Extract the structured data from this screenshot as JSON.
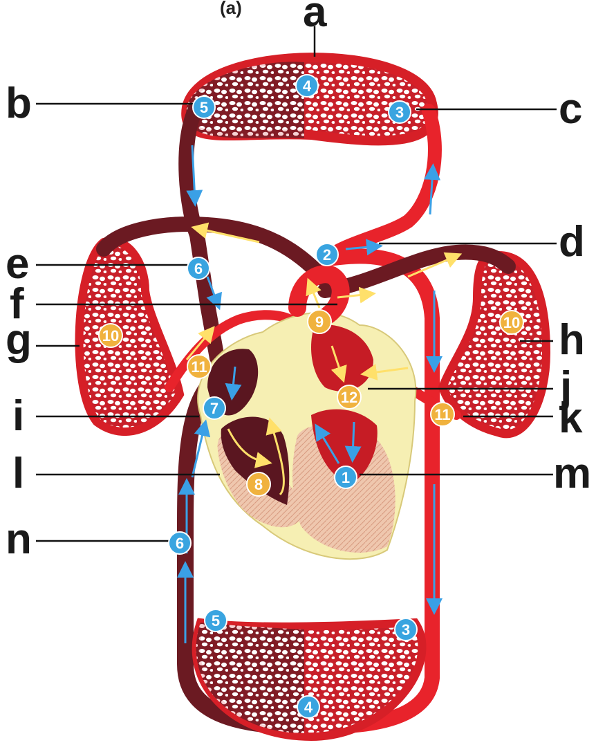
{
  "diagram": {
    "top_label": "(a)",
    "colors": {
      "artery_red": "#e8232b",
      "vein_dark": "#6b1a22",
      "capillary_fill": "#d6262d",
      "heart_right_dark": "#5a1620",
      "heart_left_red": "#c61c25",
      "fat_yellow": "#f6efb3",
      "muscle_tan": "#eec3a8",
      "blue_badge": "#39a4e0",
      "orange_badge": "#f0b23e",
      "blue_arrow": "#3aa0e6",
      "yellow_arrow": "#ffe06a"
    },
    "letter_labels": [
      "a",
      "b",
      "c",
      "d",
      "e",
      "f",
      "g",
      "h",
      "i",
      "j",
      "k",
      "l",
      "m",
      "n"
    ],
    "blue_badges": [
      "4",
      "5",
      "3",
      "2",
      "6",
      "7",
      "1",
      "6",
      "5",
      "3",
      "4"
    ],
    "orange_badges": [
      "9",
      "10",
      "10",
      "11",
      "11",
      "12",
      "8"
    ]
  }
}
